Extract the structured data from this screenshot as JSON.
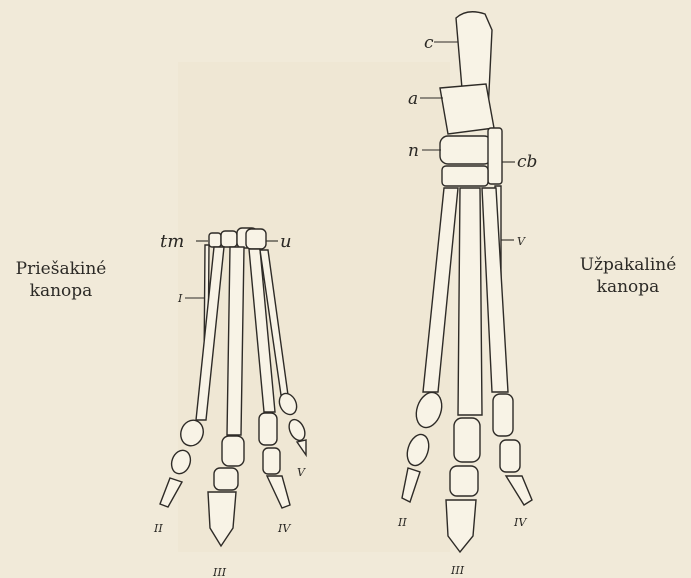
{
  "captions": {
    "front": [
      "Priešakiné",
      "kanopa"
    ],
    "hind": [
      "Užpakaliné",
      "kanopa"
    ]
  },
  "front_labels": {
    "tm": "tm",
    "u": "u",
    "first_digit": "I",
    "digit_II": "II",
    "digit_III": "III",
    "digit_IV": "IV",
    "digit_V": "V"
  },
  "hind_labels": {
    "c": "c",
    "a": "a",
    "n": "n",
    "cb": "cb",
    "V": "V",
    "digit_II": "II",
    "digit_III": "III",
    "digit_IV": "IV"
  }
}
